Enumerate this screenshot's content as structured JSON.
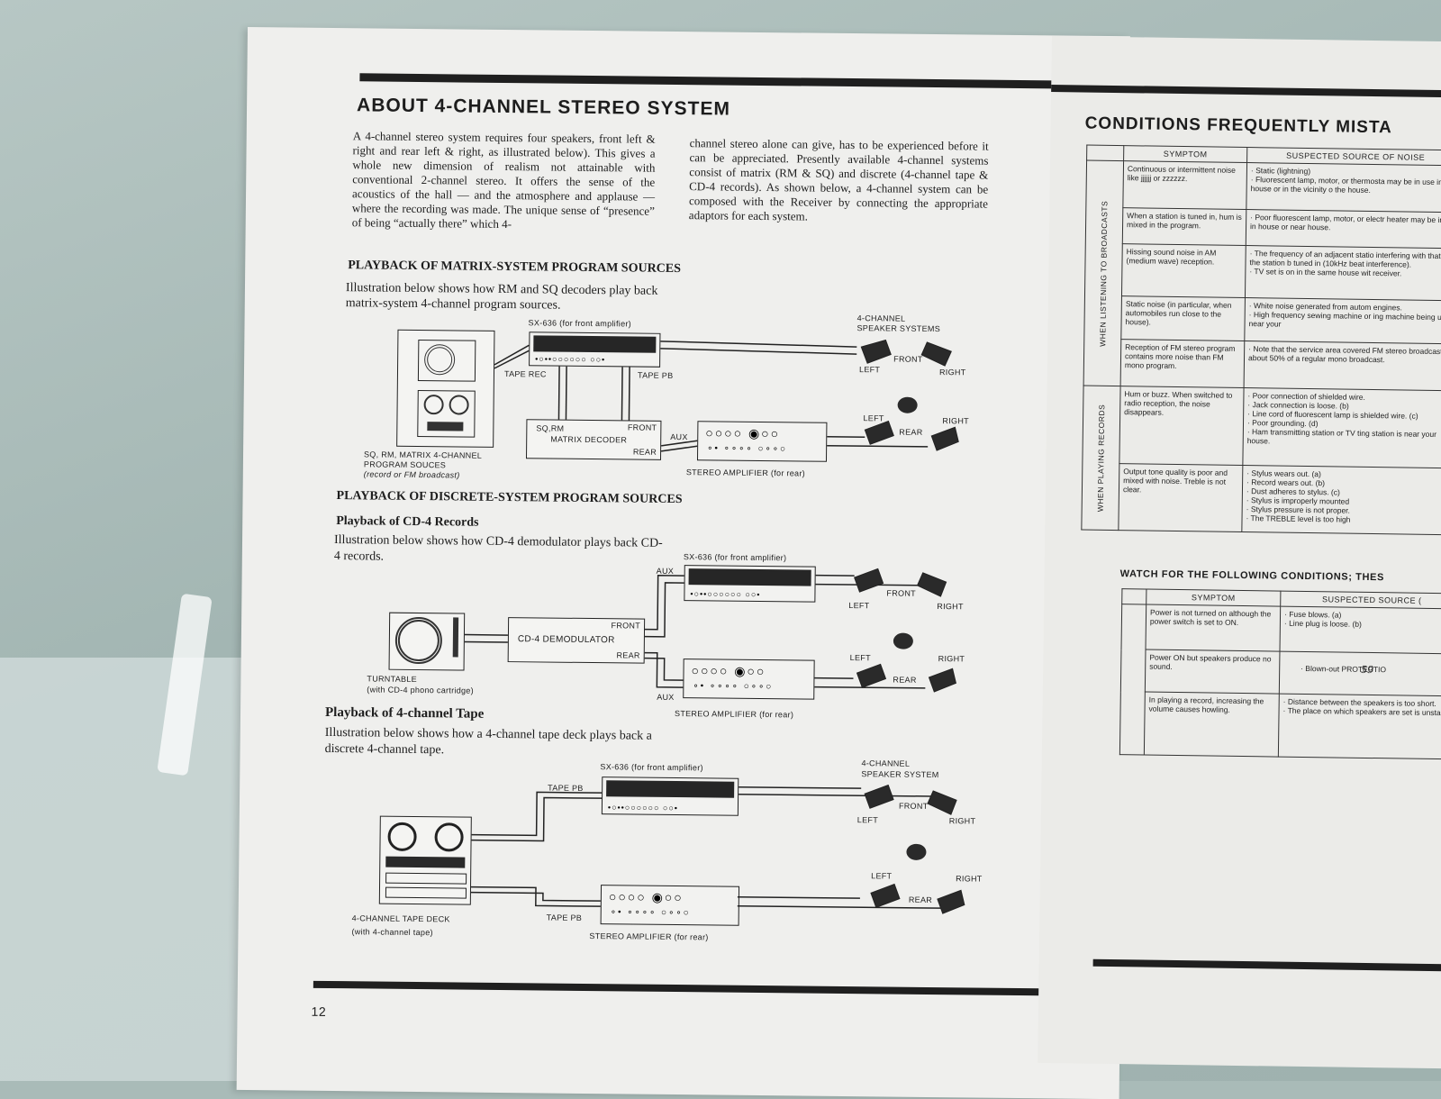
{
  "left_page": {
    "title": "ABOUT 4-CHANNEL STEREO SYSTEM",
    "intro_col1": "A 4-channel stereo system requires four speakers, front left & right and rear left & right, as illustrated below). This gives a whole new dimension of realism not attainable with conventional 2-channel stereo. It offers the sense of the acoustics of the hall — and the atmosphere and applause — where the recording was made. The unique sense of “presence” of being “actually there” which 4-",
    "intro_col2": "channel stereo alone can give, has to be experienced before it can be appreciated. Presently available 4-channel systems consist of matrix (RM & SQ) and discrete (4-channel tape & CD-4 records). As shown below, a 4-channel system can be composed with the Receiver by connecting the appropriate adaptors for each system.",
    "sec1_title": "PLAYBACK OF MATRIX-SYSTEM PROGRAM SOURCES",
    "sec1_body": "Illustration below shows how RM and SQ decoders play back matrix-system 4-channel program sources.",
    "sec2_title": "PLAYBACK OF DISCRETE-SYSTEM PROGRAM SOURCES",
    "sec2a_title": "Playback of CD-4 Records",
    "sec2a_body": "Illustration below shows how CD-4 demodulator plays back CD-4 records.",
    "sec2b_title": "Playback of 4-channel Tape",
    "sec2b_body": "Illustration below shows how a 4-channel tape deck plays back a discrete 4-channel tape.",
    "page_number": "12",
    "diagram1": {
      "sx_label": "SX-636 (for front amplifier)",
      "speakers_label": "4-CHANNEL\nSPEAKER SYSTEMS",
      "tape_rec": "TAPE REC",
      "tape_pb": "TAPE PB",
      "source_label": "SQ, RM, MATRIX 4-CHANNEL\nPROGRAM SOUCES",
      "source_sub": "(record or FM broadcast)",
      "decoder_top": "SQ,RM",
      "decoder_front": "FRONT",
      "decoder_name": "MATRIX DECODER",
      "decoder_rear": "REAR",
      "aux": "AUX",
      "amp_label": "STEREO AMPLIFIER (for rear)",
      "left": "LEFT",
      "right": "RIGHT",
      "front": "FRONT",
      "rear": "REAR"
    },
    "diagram2": {
      "sx_label": "SX-636 (for front amplifier)",
      "aux": "AUX",
      "front": "FRONT",
      "rear": "REAR",
      "demod": "CD-4 DEMODULATOR",
      "turntable": "TURNTABLE",
      "turntable_sub": "(with CD-4 phono cartridge)",
      "amp_label": "STEREO AMPLIFIER (for rear)",
      "left": "LEFT",
      "right": "RIGHT"
    },
    "diagram3": {
      "sx_label": "SX-636 (for front amplifier)",
      "speakers_label": "4-CHANNEL\nSPEAKER SYSTEM",
      "tape_pb": "TAPE PB",
      "deck": "4-CHANNEL TAPE DECK",
      "deck_sub": "(with 4-channel tape)",
      "amp_label": "STEREO AMPLIFIER (for rear)",
      "left": "LEFT",
      "right": "RIGHT",
      "front": "FRONT",
      "rear": "REAR"
    }
  },
  "right_page": {
    "title": "CONDITIONS FREQUENTLY MISTA",
    "table1": {
      "headers": [
        "SYMPTOM",
        "SUSPECTED SOURCE OF NOISE"
      ],
      "group1": "WHEN LISTENING TO BROADCASTS",
      "group2": "WHEN PLAYING RECORDS",
      "rows": [
        [
          "Continuous or intermittent noise like jjjjjj or zzzzzz.",
          "· Static (lightning)\n· Fluorescent lamp, motor, or thermosta may be in use in house or in the vicinity o the house."
        ],
        [
          "When a station is tuned in, hum is mixed in the program.",
          "· Poor fluorescent lamp, motor, or electr heater may be in use in house or near house."
        ],
        [
          "Hissing sound noise in AM (medium wave) reception.",
          "· The frequency of an adjacent statio interfering with that of the station b tuned in (10kHz beat interference).\n· TV set is on in the same house wit receiver."
        ],
        [
          "Static noise (in particular, when automobiles run close to the house).",
          "· White noise generated from autom engines.\n· High frequency sewing machine or ing machine being used near your"
        ],
        [
          "Reception of FM stereo program contains more noise than FM mono program.",
          "· Note that the service area covered FM stereo broadcast is about 50% of a regular mono broadcast."
        ],
        [
          "Hum or buzz. When switched to radio reception, the noise disappears.",
          "· Poor connection of shielded wire.\n· Jack connection is loose. (b)\n· Line cord of fluorescent lamp is shielded wire. (c)\n· Poor grounding. (d)\n· Ham transmitting station or TV ting station is near your house."
        ],
        [
          "Output tone quality is poor and mixed with noise. Treble is not clear.",
          "· Stylus wears out. (a)\n· Record wears out. (b)\n· Dust adheres to stylus. (c)\n· Stylus is improperly mounted\n· Stylus pressure is not proper.\n· The TREBLE level is too high"
        ]
      ]
    },
    "subtitle": "WATCH FOR THE FOLLOWING CONDITIONS; THES",
    "table2": {
      "headers": [
        "SYMPTOM",
        "SUSPECTED SOURCE ("
      ],
      "rows": [
        [
          "Power is not turned on although the power switch is set to ON.",
          "· Fuse blows. (a)\n· Line plug is loose. (b)"
        ],
        [
          "Power ON but speakers produce no sound.",
          "· Blown-out PROTECTIO"
        ],
        [
          "In playing a record, increasing the volume causes howling.",
          "· Distance between the speakers is too short.\n· The place on which speakers are set is unsta"
        ]
      ],
      "handwritten": "59"
    }
  }
}
